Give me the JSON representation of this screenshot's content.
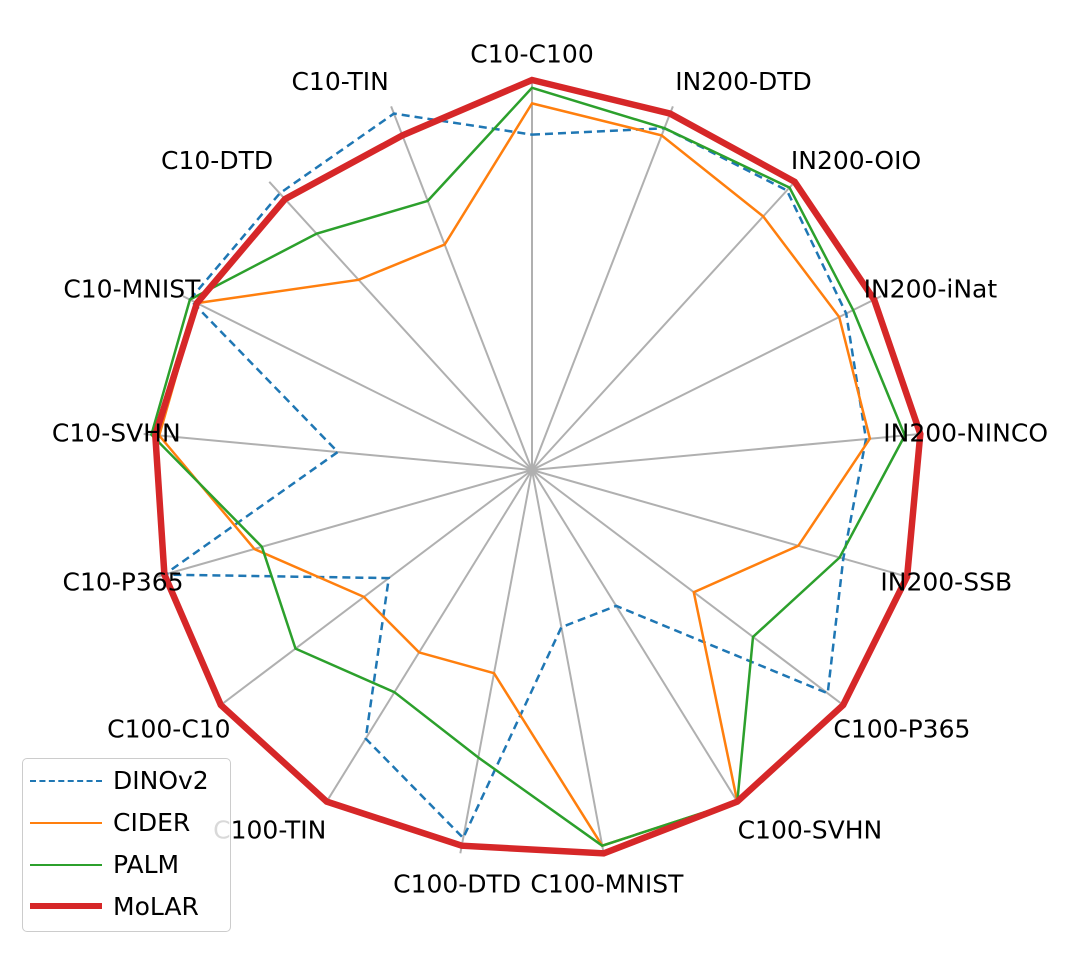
{
  "chart_data": {
    "type": "radar",
    "title": "",
    "categories": [
      "C10-C100",
      "IN200-DTD",
      "IN200-OIO",
      "IN200-iNat",
      "IN200-NINCO",
      "IN200-SSB",
      "C100-P365",
      "C100-SVHN",
      "C100-MNIST",
      "C100-DTD",
      "C100-TIN",
      "C100-C10",
      "C10-P365",
      "C10-SVHN",
      "C10-MNIST",
      "C10-DTD",
      "C10-TIN"
    ],
    "rlim": [
      0,
      1
    ],
    "grid": true,
    "legend_position": "lower-left",
    "series": [
      {
        "name": "DINOv2",
        "color": "#1f77b4",
        "style": "dashed",
        "width": 2.5,
        "values": [
          0.86,
          0.94,
          0.97,
          0.9,
          0.86,
          0.83,
          0.95,
          0.41,
          0.41,
          0.96,
          0.81,
          0.46,
          0.98,
          0.5,
          0.98,
          0.96,
          0.98
        ]
      },
      {
        "name": "CIDER",
        "color": "#ff7f0e",
        "style": "solid",
        "width": 2.5,
        "values": [
          0.94,
          0.92,
          0.88,
          0.88,
          0.87,
          0.71,
          0.52,
          1.0,
          0.98,
          0.53,
          0.55,
          0.54,
          0.74,
          0.96,
          0.96,
          0.66,
          0.62
        ]
      },
      {
        "name": "PALM",
        "color": "#2ca02c",
        "style": "solid",
        "width": 2.5,
        "values": [
          0.98,
          0.94,
          0.98,
          0.92,
          0.96,
          0.82,
          0.71,
          1.0,
          0.98,
          0.75,
          0.67,
          0.76,
          0.72,
          0.98,
          0.98,
          0.82,
          0.74
        ]
      },
      {
        "name": "MoLAR",
        "color": "#d62728",
        "style": "solid",
        "width": 6.5,
        "values": [
          1.0,
          0.98,
          1.0,
          0.98,
          1.0,
          1.0,
          1.0,
          1.0,
          1.0,
          0.98,
          1.0,
          1.0,
          0.98,
          0.97,
          0.96,
          0.94,
          0.92
        ]
      }
    ]
  }
}
